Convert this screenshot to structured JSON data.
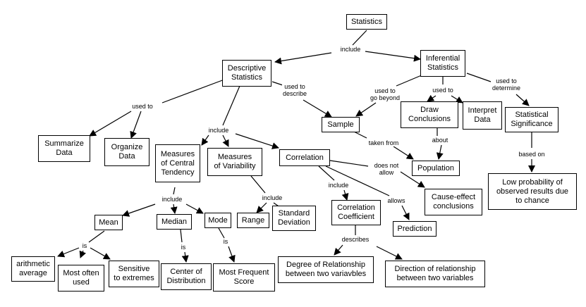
{
  "nodes": {
    "statistics": "Statistics",
    "descriptive": "Descriptive\nStatistics",
    "inferential": "Inferential\nStatistics",
    "summarize": "Summarize\nData",
    "organize": "Organize\nData",
    "central_tendency": "Measures\nof Central\nTendency",
    "variability": "Measures\nof Variability",
    "correlation": "Correlation",
    "sample": "Sample",
    "draw_conclusions": "Draw\nConclusions",
    "interpret": "Interpret\nData",
    "significance": "Statistical\nSignificance",
    "population": "Population",
    "low_probability": "Low probability of\nobserved results due\nto chance",
    "cause_effect": "Cause-effect\nconclusions",
    "correlation_coefficient": "Correlation\nCoefficient",
    "prediction": "Prediction",
    "mean": "Mean",
    "median": "Median",
    "mode": "Mode",
    "range": "Range",
    "std_dev": "Standard\nDeviation",
    "arithmetic": "arithmetic\naverage",
    "most_often": "Most often\nused",
    "sensitive": "Sensitive\nto extremes",
    "center": "Center of\nDistribution",
    "most_frequent": "Most Frequent\nScore",
    "degree": "Degree of Relationship\nbetween two variavbles",
    "direction": "Direction of relationship\nbetween two variables"
  },
  "labels": {
    "include_top": "include",
    "used_to_left": "used to",
    "used_to_describe": "used to\ndescribe",
    "used_to_go_beyond": "used to\ngo beyond",
    "used_to_mid": "used to",
    "used_to_determine": "used to\ndetermine",
    "include_desc": "include",
    "about": "about",
    "taken_from": "taken from",
    "based_on": "based on",
    "include_central": "include",
    "include_var": "include",
    "include_corr": "include",
    "does_not_allow": "does not\nallow",
    "allows": "allows",
    "is_mean": "is",
    "is_median": "is",
    "is_mode": "is",
    "describes": "describes"
  }
}
